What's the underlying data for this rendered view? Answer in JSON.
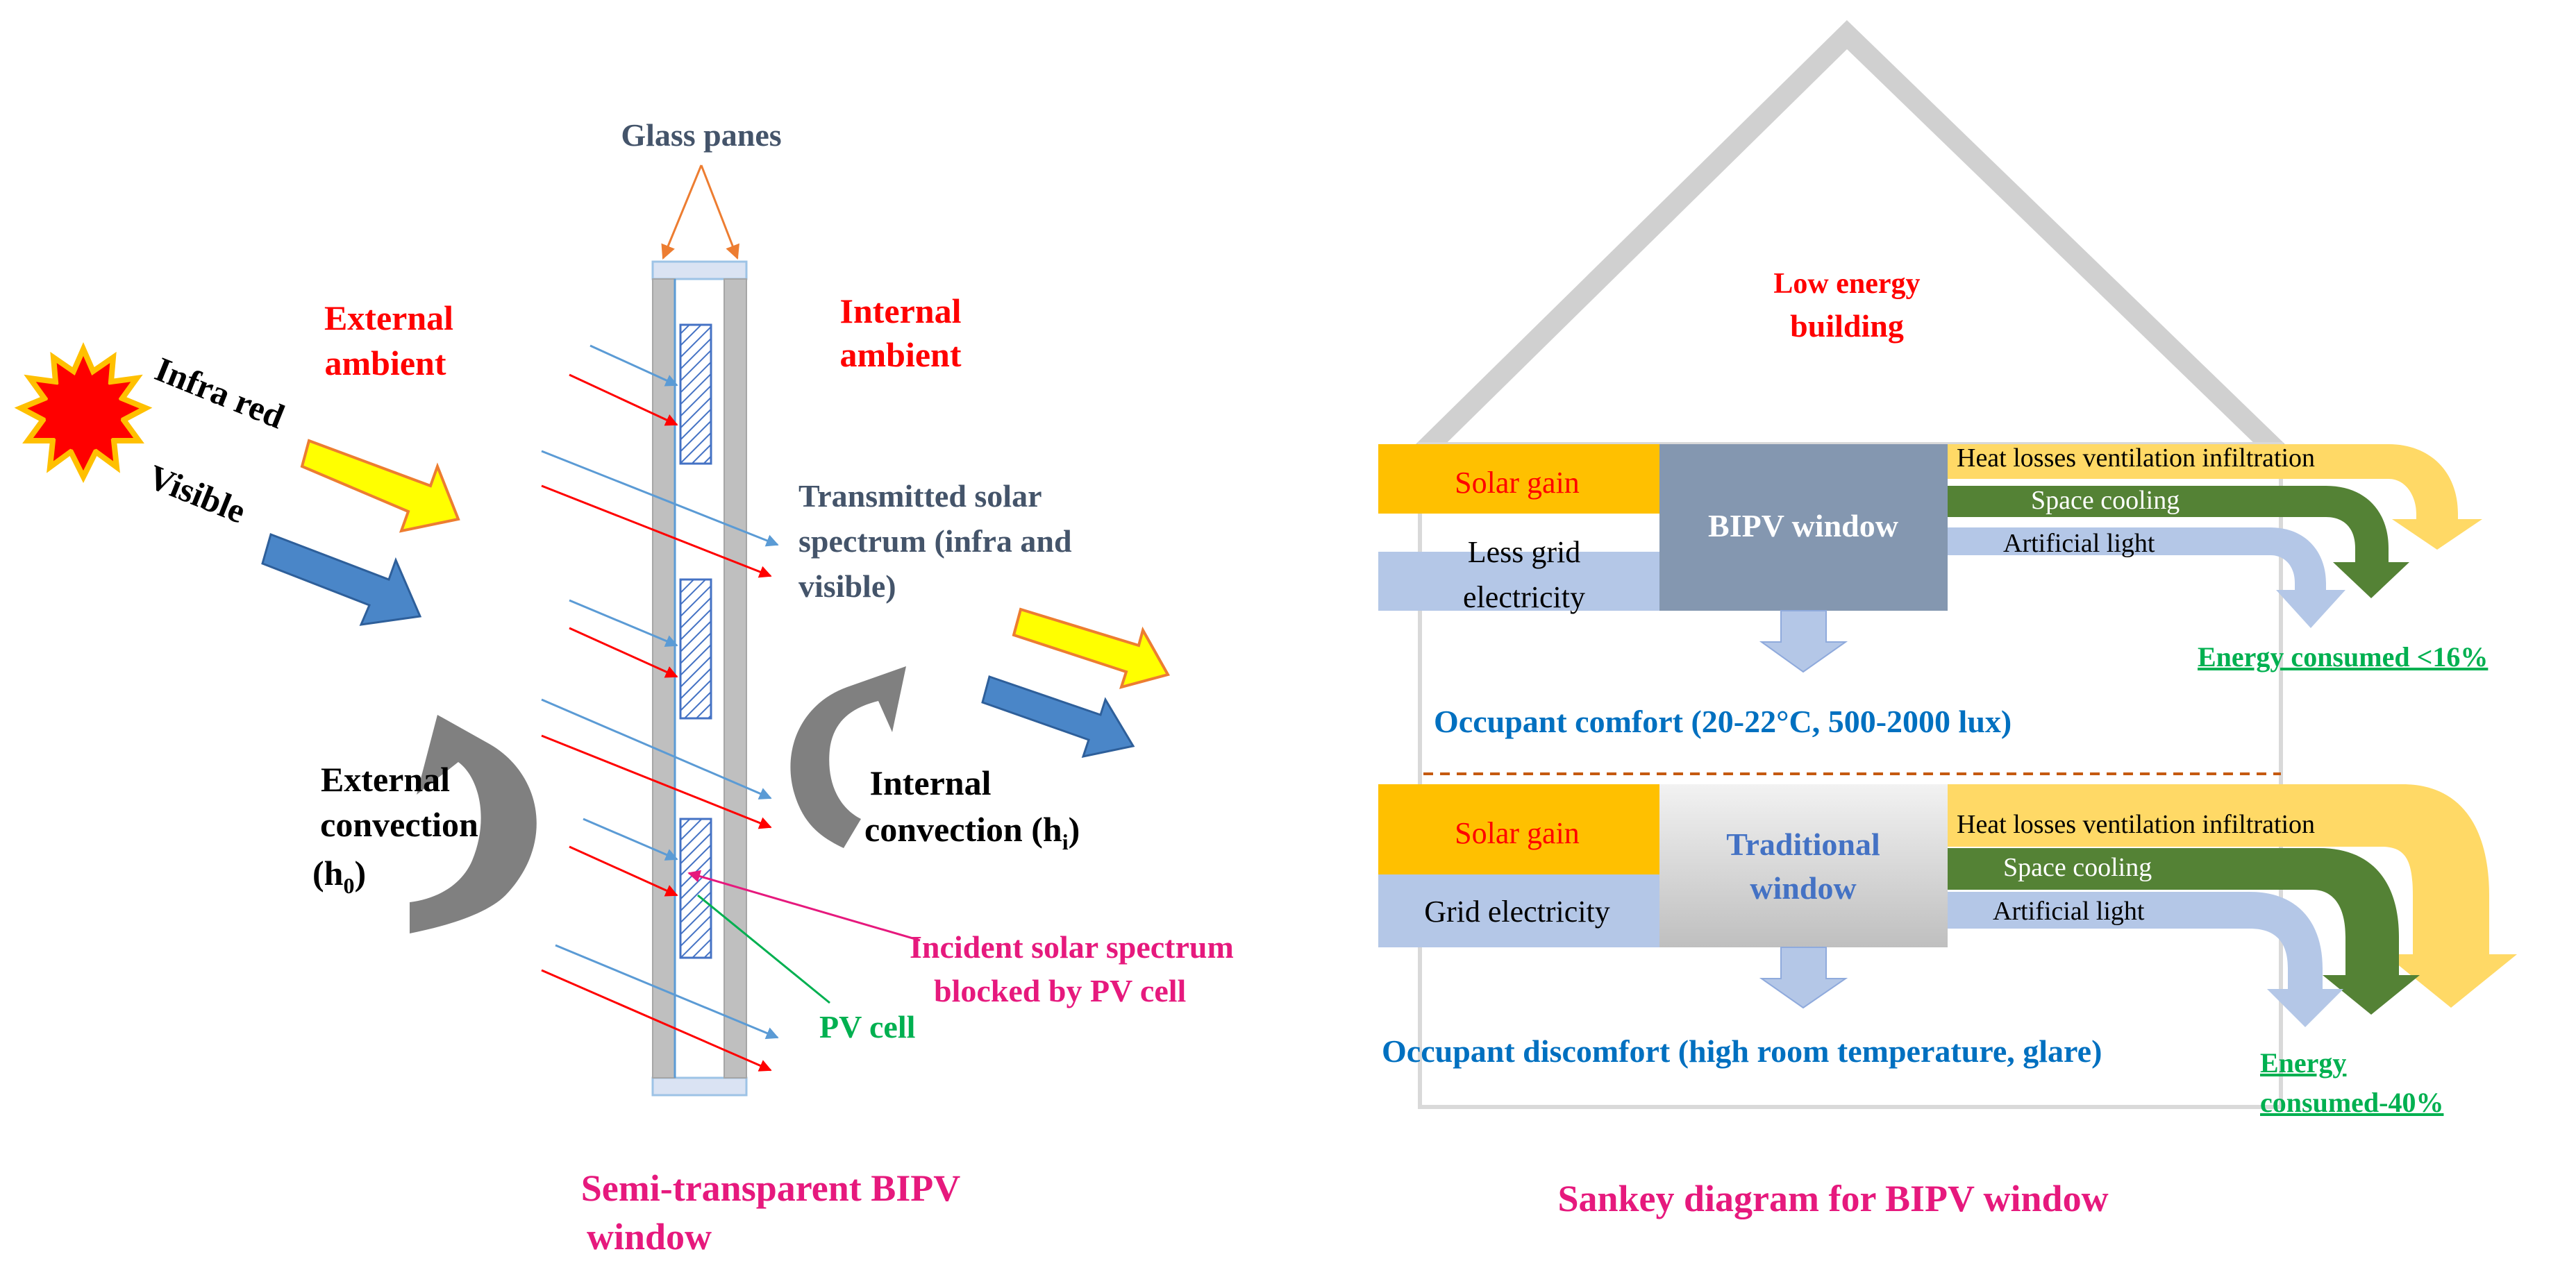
{
  "colors": {
    "red_label": "#ff0000",
    "slate_label": "#44546a",
    "magenta": "#e6197d",
    "green": "#00b050",
    "blue_label": "#0070c0",
    "orange": "#ffc000",
    "light_yellow": "#ffd966",
    "dark_green": "#548235",
    "light_blue": "#b4c7e7",
    "slate_box": "#8497b0",
    "grey": "#bfbfbf"
  },
  "left": {
    "glass_panes": "Glass panes",
    "external_ambient_1": "External",
    "external_ambient_2": "ambient",
    "internal_ambient_1": "Internal",
    "internal_ambient_2": "ambient",
    "infra_red": "Infra red",
    "visible": "Visible",
    "transmitted_1": "Transmitted solar",
    "transmitted_2": "spectrum (infra and",
    "transmitted_3": "visible)",
    "external_convection_1": "External",
    "external_convection_2": "convection",
    "external_convection_3": "(h",
    "external_convection_sub": "0",
    "external_convection_4": ")",
    "internal_convection_1": "Internal",
    "internal_convection_2": "convection (h",
    "internal_convection_sub": "i",
    "internal_convection_3": ")",
    "incident_1": "Incident solar spectrum",
    "incident_2": "blocked by PV cell",
    "pv_cell": "PV cell",
    "caption_1": "Semi-transparent BIPV",
    "caption_2": "window"
  },
  "right": {
    "house_label_1": "Low energy",
    "house_label_2": "building",
    "top": {
      "solar_gain": "Solar gain",
      "grid_1": "Less grid",
      "grid_2": "electricity",
      "window": "BIPV window",
      "heat_losses": "Heat losses ventilation infiltration",
      "space_cooling": "Space cooling",
      "artificial_light": "Artificial light",
      "energy": "Energy consumed <16%",
      "comfort": "Occupant comfort (20-22°C, 500-2000 lux)"
    },
    "bottom": {
      "solar_gain": "Solar gain",
      "grid": "Grid electricity",
      "window_1": "Traditional",
      "window_2": "window",
      "heat_losses": "Heat losses ventilation infiltration",
      "space_cooling": "Space cooling",
      "artificial_light": "Artificial light",
      "energy_1": "Energy",
      "energy_2": "consumed-40%",
      "discomfort": "Occupant discomfort (high room temperature, glare)"
    },
    "caption": "Sankey diagram for BIPV window"
  }
}
